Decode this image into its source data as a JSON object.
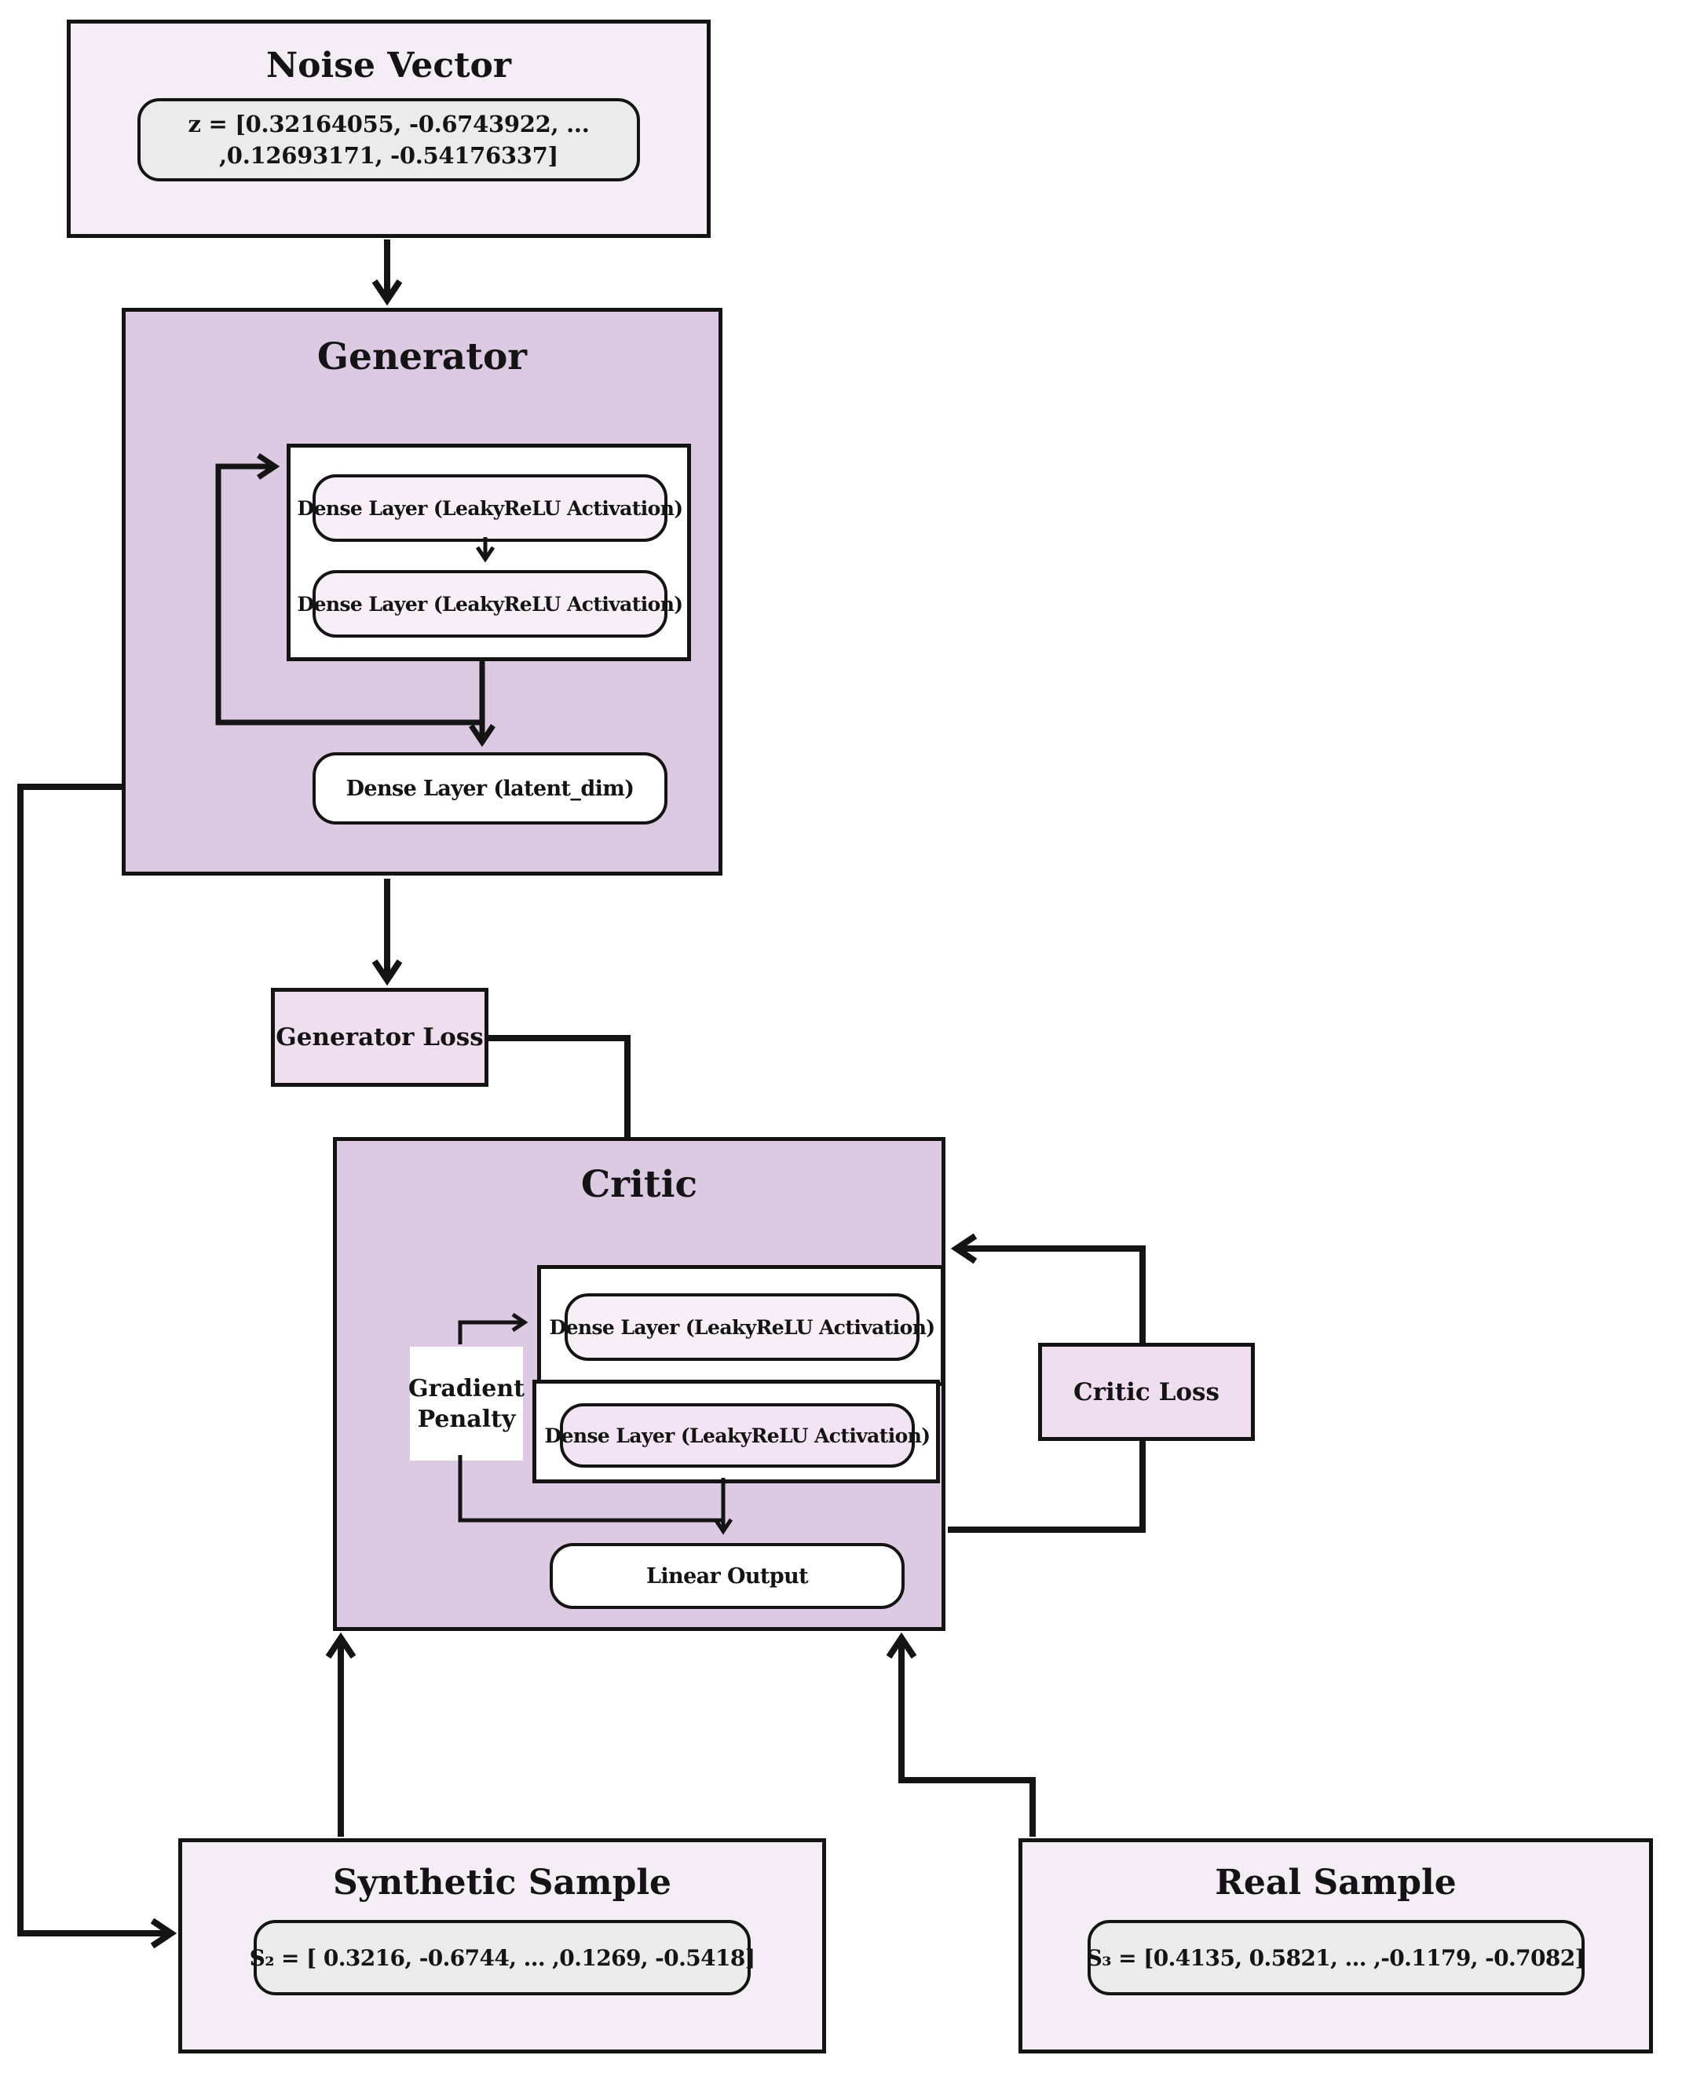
{
  "colors": {
    "container_purple": "#dcc9e2",
    "outer_box_pink": "#f5edf5",
    "loss_box_pink": "#efdfee",
    "dense_layer_pink": "#f7eef8",
    "dense_layer_pink_alt": "#f3e4f3",
    "value_box_gray": "#ebebeb",
    "line_black": "#141414",
    "background_white": "#ffffff"
  },
  "nodes": {
    "noise_vector": {
      "title": "Noise Vector",
      "value_line1": "z = [0.32164055, -0.6743922,  ...",
      "value_line2": ",0.12693171, -0.54176337]"
    },
    "generator": {
      "title": "Generator",
      "dense_layer_1": "Dense Layer (LeakyReLU Activation)",
      "dense_layer_2": "Dense Layer (LeakyReLU Activation)",
      "dense_output": "Dense Layer (latent_dim)"
    },
    "generator_loss": {
      "label": "Generator Loss"
    },
    "critic": {
      "title": "Critic",
      "dense_layer_1": "Dense Layer (LeakyReLU Activation)",
      "dense_layer_2": "Dense Layer (LeakyReLU Activation)",
      "gradient_penalty": "Gradient Penalty",
      "linear_output": "Linear Output"
    },
    "critic_loss": {
      "label": "Critic Loss"
    },
    "synthetic_sample": {
      "title": "Synthetic Sample",
      "value": "S₂ = [ 0.3216, -0.6744, ... ,0.1269, -0.5418]"
    },
    "real_sample": {
      "title": "Real Sample",
      "value": "S₃ = [0.4135,  0.5821, ... ,-0.1179, -0.7082]"
    }
  }
}
